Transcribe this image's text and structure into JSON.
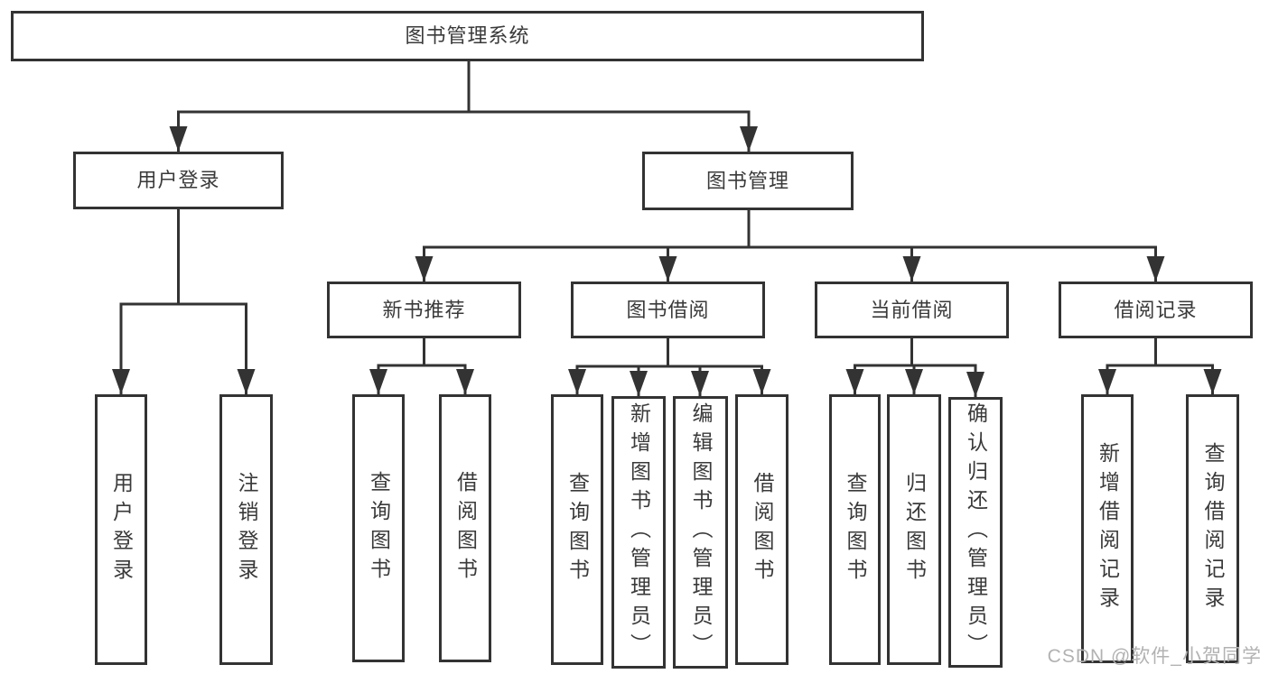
{
  "diagram": {
    "kind": "hierarchy-tree",
    "colors": {
      "line": "#333333",
      "box_border": "#333333",
      "text": "#3a3a3a",
      "background": "#ffffff",
      "watermark_text": "#b2b2b2"
    },
    "tree": {
      "root": {
        "label": "图书管理系统",
        "children": [
          {
            "label": "用户登录",
            "children": [
              {
                "label": "用户登录"
              },
              {
                "label": "注销登录"
              }
            ]
          },
          {
            "label": "图书管理",
            "children": [
              {
                "label": "新书推荐",
                "children": [
                  {
                    "label": "查询图书"
                  },
                  {
                    "label": "借阅图书"
                  }
                ]
              },
              {
                "label": "图书借阅",
                "children": [
                  {
                    "label": "查询图书"
                  },
                  {
                    "label": "新增图书（管理员）"
                  },
                  {
                    "label": "编辑图书（管理员）"
                  },
                  {
                    "label": "借阅图书"
                  }
                ]
              },
              {
                "label": "当前借阅",
                "children": [
                  {
                    "label": "查询图书"
                  },
                  {
                    "label": "归还图书"
                  },
                  {
                    "label": "确认归还（管理员）"
                  }
                ]
              },
              {
                "label": "借阅记录",
                "children": [
                  {
                    "label": "新增借阅记录"
                  },
                  {
                    "label": "查询借阅记录"
                  }
                ]
              }
            ]
          }
        ]
      }
    },
    "watermark": {
      "text": "CSDN @软件_小贺同学"
    }
  }
}
